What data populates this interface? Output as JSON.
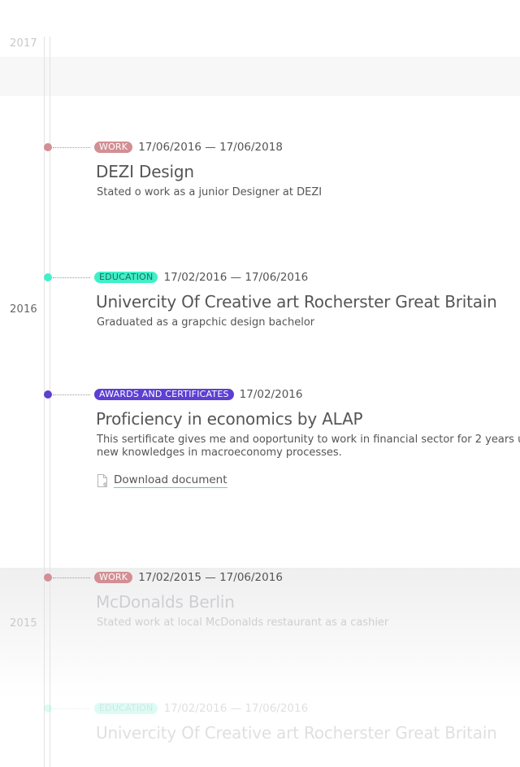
{
  "colors": {
    "work": "#d38f93",
    "education": "#3ff0c8",
    "awards": "#5d3fd3",
    "link_underline": "#4ee0bd"
  },
  "years": {
    "y2017": "2017",
    "y2016": "2016",
    "y2015": "2015"
  },
  "entries": [
    {
      "category": "WORK",
      "date": "17/06/2016 — 17/06/2018",
      "title": "DEZI Design",
      "description": "Stated o work as a junior Designer at DEZI"
    },
    {
      "category": "EDUCATION",
      "date": "17/02/2016 — 17/06/2016",
      "title": "Univercity Of Creative art Rocherster Great Britain",
      "description": "Graduated as a grapchic design bachelor"
    },
    {
      "category": "AWARDS AND CERTIFICATES",
      "date": "17/02/2016",
      "title": "Proficiency in economics by ALAP",
      "description_line1": "This sertificate gives me and ooportunity to work in financial sector for 2 years u",
      "description_line2": "new knowledges in macroeconomy processes.",
      "download_label": "Download document",
      "download_icon": "document-icon"
    },
    {
      "category": "WORK",
      "date": "17/02/2015 — 17/06/2016",
      "title": "McDonalds Berlin",
      "description": "Stated work at local McDonalds restaurant as a cashier"
    },
    {
      "category": "EDUCATION",
      "date": "17/02/2016 — 17/06/2016",
      "title": "Univercity Of Creative art Rocherster Great Britain"
    }
  ]
}
